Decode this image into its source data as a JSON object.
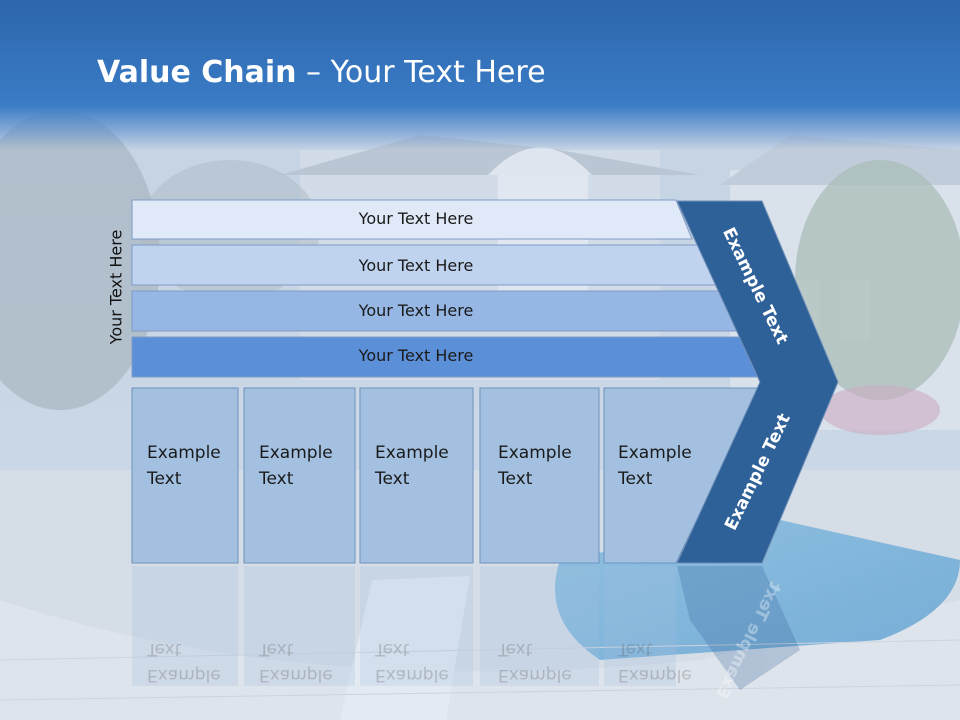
{
  "title": {
    "bold": "Value Chain",
    "rest": " – Your Text Here"
  },
  "side_label": "Your Text Here",
  "bands": [
    {
      "label": "Your Text Here",
      "color": "#dfe9f7"
    },
    {
      "label": "Your Text Here",
      "color": "#bfd3ef"
    },
    {
      "label": "Your Text Here",
      "color": "#96b6e4"
    },
    {
      "label": "Your Text Here",
      "color": "#5b8fd8"
    }
  ],
  "boxes": [
    {
      "line1": "Example",
      "line2": "Text"
    },
    {
      "line1": "Example",
      "line2": "Text"
    },
    {
      "line1": "Example",
      "line2": "Text"
    },
    {
      "line1": "Example",
      "line2": "Text"
    },
    {
      "line1": "Example",
      "line2": "Text"
    }
  ],
  "arrow": {
    "upper": "Example Text",
    "lower": "Example Text",
    "color": "#2f6199"
  },
  "colors": {
    "title_band": "#3a7cc6",
    "box_fill": "#a3c0e0",
    "box_border": "#6f92bd"
  }
}
